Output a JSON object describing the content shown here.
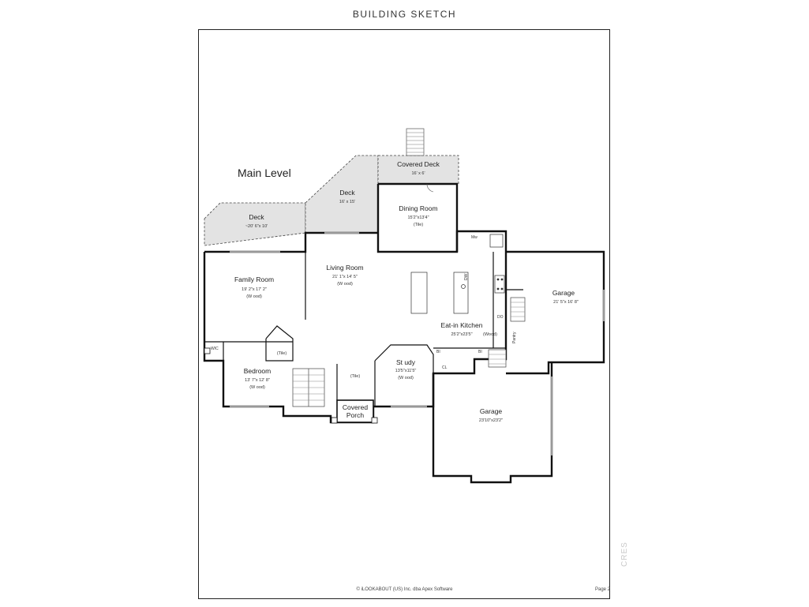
{
  "header": {
    "title": "BUILDING SKETCH"
  },
  "plan": {
    "level_label": "Main Level",
    "rooms": {
      "covered_deck": {
        "name": "Covered Deck",
        "dims": "16' x 6'"
      },
      "deck_upper": {
        "name": "Deck",
        "dims": "16' x 15'"
      },
      "deck_left": {
        "name": "Deck",
        "dims": "~20' 6\"x 10'"
      },
      "dining_room": {
        "name": "Dining Room",
        "dims": "15'2\"x13'4\"",
        "material": "(Tile)"
      },
      "living_room": {
        "name": "Living Room",
        "dims": "21' 1\"x 14' 5\"",
        "material": "(W ood)"
      },
      "family_room": {
        "name": "Family Room",
        "dims": "19' 2\"x 17' 2\"",
        "material": "(W ood)"
      },
      "eat_in_kitchen": {
        "name": "Eat-in Kitchen",
        "dims": "25'2\"x23'5\"",
        "material": "(Wood)"
      },
      "garage_upper": {
        "name": "Garage",
        "dims": "21' 5\"x 16' 8\""
      },
      "garage_lower": {
        "name": "Garage",
        "dims": "23'10\"x23'2\""
      },
      "study": {
        "name": "St udy",
        "dims": "13'5\"x11'5\"",
        "material": "(W ood)"
      },
      "bedroom": {
        "name": "Bedroom",
        "dims": "13' 7\"x 12' 8\"",
        "material": "(W ood)"
      },
      "covered_porch": {
        "name_line1": "Covered",
        "name_line2": "Porch"
      },
      "foyer": {
        "material": "(Tile)"
      },
      "bath": {
        "material": "(Tile)"
      }
    },
    "small_labels": {
      "wic": "WIC",
      "cl": "CL",
      "pantry": "Pantry",
      "bi_left": "BI",
      "bi_right": "BI",
      "dw": "DW",
      "mw": "Mw",
      "do": "DO"
    }
  },
  "footer": {
    "copyright": "© iLOOKABOUT (US) Inc. dba Apex Software",
    "page": "Page 2"
  },
  "watermark": "CRES"
}
